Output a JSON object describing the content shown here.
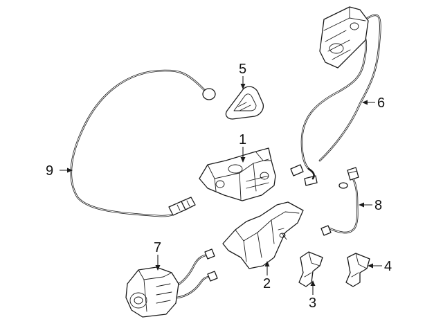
{
  "callouts": {
    "c1": "1",
    "c2": "2",
    "c3": "3",
    "c4": "4",
    "c5": "5",
    "c6": "6",
    "c7": "7",
    "c8": "8",
    "c9": "9"
  },
  "colors": {
    "line": "#1a1a1a",
    "background": "#ffffff"
  }
}
